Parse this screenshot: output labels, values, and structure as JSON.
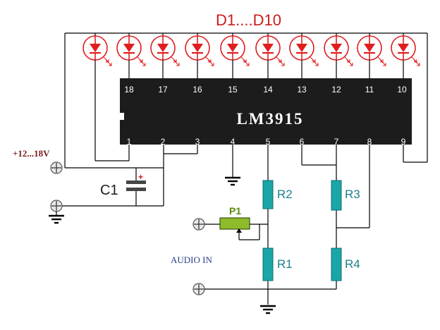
{
  "diagram": {
    "led_array_label": "D1....D10",
    "ic_label": "LM3915",
    "top_pins": [
      "18",
      "17",
      "16",
      "15",
      "14",
      "13",
      "12",
      "11",
      "10"
    ],
    "bottom_pins": [
      "1",
      "2",
      "3",
      "4",
      "5",
      "6",
      "7",
      "8",
      "9"
    ],
    "supply_label": "+12...18V",
    "capacitor_label": "C1",
    "capacitor_polarity": "+",
    "pot_label": "P1",
    "input_label": "AUDIO IN",
    "resistors": {
      "r1": "R1",
      "r2": "R2",
      "r3": "R3",
      "r4": "R4"
    }
  },
  "colors": {
    "led": "#e01e1e",
    "led_label": "#cc1b1b",
    "ic_body": "#1c1c1c",
    "resistor": "#1aa6a6",
    "resistor_label": "#1c7f8c",
    "pot": "#8dbb2b",
    "capacitor": "#454545",
    "supply_label": "#7a1f1f",
    "input_label": "#2a3f8a"
  },
  "icons": [
    "led-icon",
    "ground-icon",
    "terminal-icon",
    "capacitor-icon",
    "resistor-icon",
    "potentiometer-icon"
  ]
}
